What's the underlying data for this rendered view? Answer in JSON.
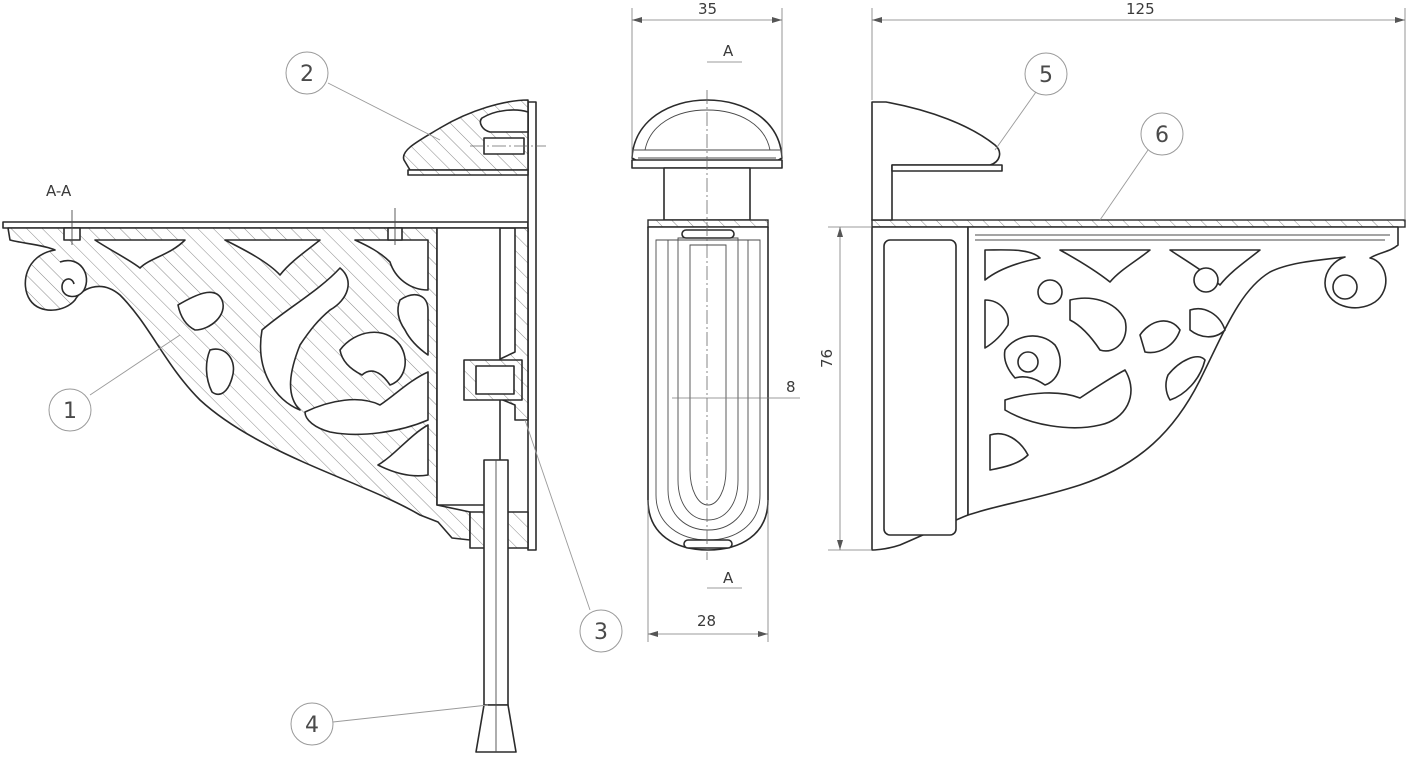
{
  "section_label": "A-A",
  "section_marks": [
    "A",
    "A"
  ],
  "dimensions": {
    "top_width": "35",
    "overall_length": "125",
    "height": "76",
    "slot": "8",
    "bottom_width": "28"
  },
  "balloons": [
    "1",
    "2",
    "3",
    "4",
    "5",
    "6"
  ],
  "colors": {
    "line": "#2b2b2b",
    "leader": "#9a9a9a",
    "dimension": "#7a7a7a"
  }
}
